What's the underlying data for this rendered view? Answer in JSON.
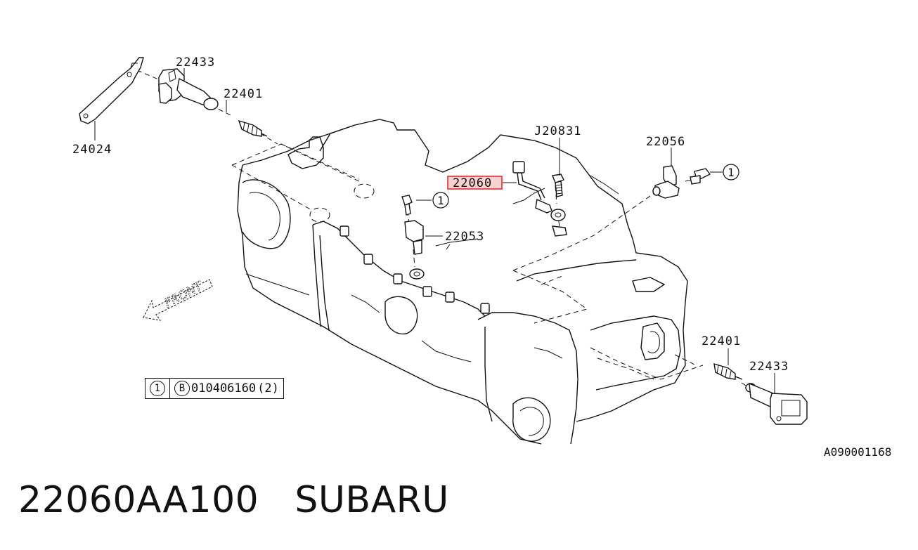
{
  "diagram": {
    "callouts": {
      "c_22433_top": "22433",
      "c_22401_top": "22401",
      "c_24024": "24024",
      "c_22060": "22060",
      "c_J20831": "J20831",
      "c_22056": "22056",
      "c_22053": "22053",
      "c_22401_bottom": "22401",
      "c_22433_bottom": "22433"
    },
    "circle_marker": "1",
    "front_label": "FRONT",
    "highlight_color": "#e0302f",
    "legend": {
      "index": "1",
      "bolt_letter": "B",
      "part_number": "010406160",
      "quantity": "(2)"
    },
    "reference_code": "A090001168"
  },
  "caption": "22060AA100   SUBARU"
}
